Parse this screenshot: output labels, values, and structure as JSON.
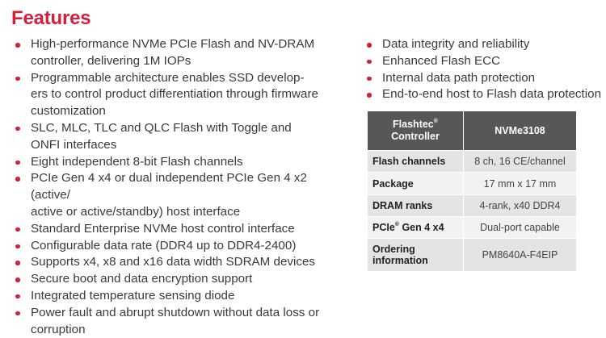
{
  "heading": "Features",
  "colors": {
    "accent": "#d0203a",
    "table_header": "#575757"
  },
  "left_features": [
    [
      "High-performance NVMe PCIe Flash and NV-DRAM",
      "controller, delivering 1M IOPs"
    ],
    [
      "Programmable architecture enables SSD develop-",
      "ers to control product differentiation through firmware",
      "customization"
    ],
    [
      "SLC, MLC, TLC and QLC Flash with Toggle and",
      "ONFI interfaces"
    ],
    [
      "Eight independent 8-bit Flash channels"
    ],
    [
      "PCIe Gen 4 x4 or dual independent PCIe Gen 4 x2 (active/",
      "active or active/standby) host interface"
    ],
    [
      "Standard Enterprise NVMe host control interface"
    ],
    [
      "Configurable data rate (DDR4 up to DDR4-2400)"
    ],
    [
      "Supports x4, x8 and x16 data width SDRAM devices"
    ],
    [
      "Secure boot and data encryption support"
    ],
    [
      "Integrated temperature sensing diode"
    ],
    [
      "Power fault and abrupt shutdown without data loss or",
      "corruption"
    ]
  ],
  "right_features": [
    "Data integrity and reliability",
    "Enhanced Flash ECC",
    "Internal data path protection",
    "End-to-end host to Flash data protection"
  ],
  "spec_table": {
    "header_col1_line1": "Flashtec",
    "header_col1_sup": "®",
    "header_col1_line2": "Controller",
    "header_col2": "NVMe3108",
    "rows": [
      {
        "key": "Flash channels",
        "value": "8 ch, 16 CE/channel"
      },
      {
        "key": "Package",
        "value": "17 mm x 17 mm"
      },
      {
        "key": "DRAM ranks",
        "value": "4-rank, x40 DDR4"
      },
      {
        "key_pre": "PCIe",
        "key_sup": "®",
        "key_post": " Gen 4 x4",
        "value": "Dual-port capable"
      },
      {
        "key_line1": "Ordering",
        "key_line2": "information",
        "value": "PM8640A-F4EIP"
      }
    ]
  }
}
